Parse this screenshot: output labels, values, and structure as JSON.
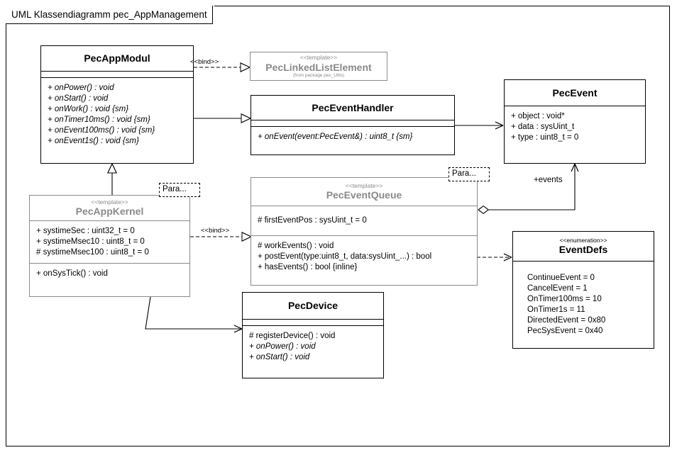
{
  "frame": {
    "title": "UML Klassendiagramm pec_AppManagement"
  },
  "classes": {
    "pec_app_modul": {
      "name": "PecAppModul",
      "members": [
        "+ onPower() : void",
        "+ onStart() : void",
        "+ onWork() : void {sm}",
        "+ onTimer10ms() : void {sm}",
        "+ onEvent100ms() : void {sm}",
        "+ onEvent1s() : void {sm}"
      ]
    },
    "pec_linked_list_element": {
      "stereotype": "<<template>>",
      "name": "PecLinkedListElement",
      "from_package": "(from package pec_Utils)"
    },
    "pec_event_handler": {
      "name": "PecEventHandler",
      "members": [
        "+ onEvent(event:PecEvent&) : uint8_t {sm}"
      ]
    },
    "pec_event": {
      "name": "PecEvent",
      "attributes": [
        "+ object : void*",
        "+ data : sysUint_t",
        "+ type : uint8_t = 0"
      ]
    },
    "pec_app_kernel": {
      "stereotype": "<<template>>",
      "name": "PecAppKernel",
      "param_badge": "Para...",
      "attributes": [
        "+ systimeSec : uint32_t = 0",
        "+ systimeMsec10 : uint8_t = 0",
        "# systimeMsec100 : uint8_t = 0"
      ],
      "operations": [
        "+ onSysTick() : void"
      ]
    },
    "pec_event_queue": {
      "stereotype": "<<template>>",
      "name": "PecEventQueue",
      "param_badge": "Para...",
      "attributes": [
        "# firstEventPos : sysUint_t = 0"
      ],
      "operations": [
        "# workEvents() : void",
        "+ postEvent(type:uint8_t, data:sysUint_...) : bool",
        "+ hasEvents() : bool {inline}"
      ]
    },
    "event_defs": {
      "stereotype": "<<enumeration>>",
      "name": "EventDefs",
      "literals": [
        "ContinueEvent = 0",
        "CancelEvent = 1",
        "OnTimer100ms = 10",
        "OnTimer1s = 11",
        "DirectedEvent = 0x80",
        "PecSysEvent = 0x40"
      ]
    },
    "pec_device": {
      "name": "PecDevice",
      "members": [
        "# registerDevice() : void",
        "+ onPower() : void",
        "+ onStart() : void"
      ]
    }
  },
  "edges": {
    "bind_modul_to_list": "<<bind>>",
    "bind_kernel_to_queue": "<<bind>>",
    "events_role": "+events"
  },
  "colors": {
    "line": "#000000",
    "template_gray": "#8a8a8a",
    "background": "#ffffff"
  }
}
